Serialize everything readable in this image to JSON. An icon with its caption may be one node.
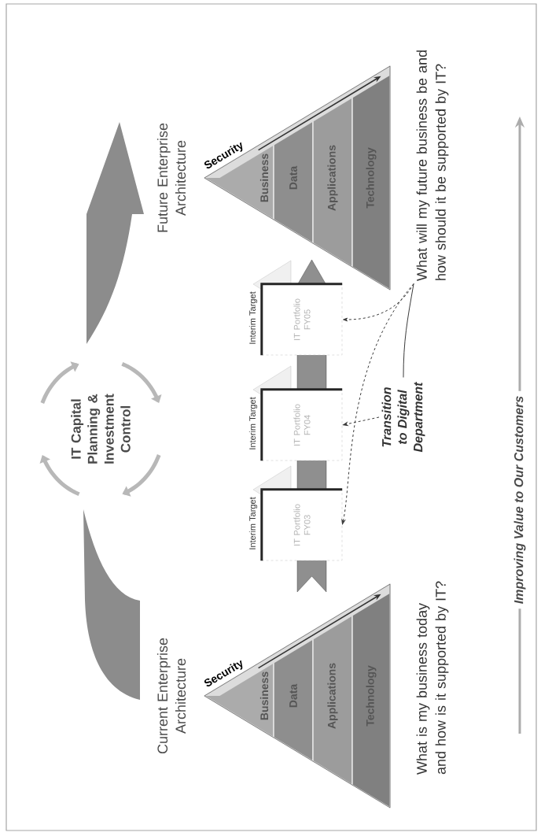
{
  "diagram": {
    "nodes": [
      {
        "text": [
          "Current Enterprise Architecture"
        ]
      },
      {
        "text": [
          "Security"
        ],
        "in": 0
      },
      {
        "text": [
          "Business"
        ],
        "in": 0
      },
      {
        "text": [
          "Data"
        ],
        "in": 0
      },
      {
        "text": [
          "Applications"
        ],
        "in": 0
      },
      {
        "text": [
          "Technology"
        ],
        "in": 0
      },
      {
        "text": [
          "IT Portfolio FY03"
        ],
        "beside": [
          "Interim Target"
        ]
      },
      {
        "text": [
          "IT Portfolio FY04"
        ],
        "beside": [
          "Interim Target"
        ]
      },
      {
        "text": [
          "IT Portfolio FY05"
        ],
        "beside": [
          "Interim Target"
        ]
      },
      {
        "text": [
          "Transition to Digital Department"
        ]
      },
      {
        "text": [
          "Future Enterprise Architecture"
        ]
      },
      {
        "text": [
          "Security"
        ],
        "in": 10
      },
      {
        "text": [
          "Business"
        ],
        "in": 10
      },
      {
        "text": [
          "Data"
        ],
        "in": 10
      },
      {
        "text": [
          "Applications"
        ],
        "in": 10
      },
      {
        "text": [
          "Technology"
        ],
        "in": 10
      },
      {
        "text": [
          "What will my future business be and how should it be supported by IT?"
        ]
      }
    ],
    "edges": [
      {
        "from": 16,
        "to": 6,
        "arrow": "to",
        "style": "dashed"
      },
      {
        "from": 16,
        "to": 8,
        "arrow": "to",
        "style": "dashed"
      },
      {
        "from": 9,
        "to": 7,
        "arrow": "to",
        "style": "dashed"
      },
      {
        "from": 9,
        "to": 16,
        "arrow": "none"
      }
    ],
    "labels": [
      "IT Capital Planning & Investment Control",
      "What is my business today and how is it supported by IT?",
      "Improving Value to Our Customers"
    ]
  }
}
